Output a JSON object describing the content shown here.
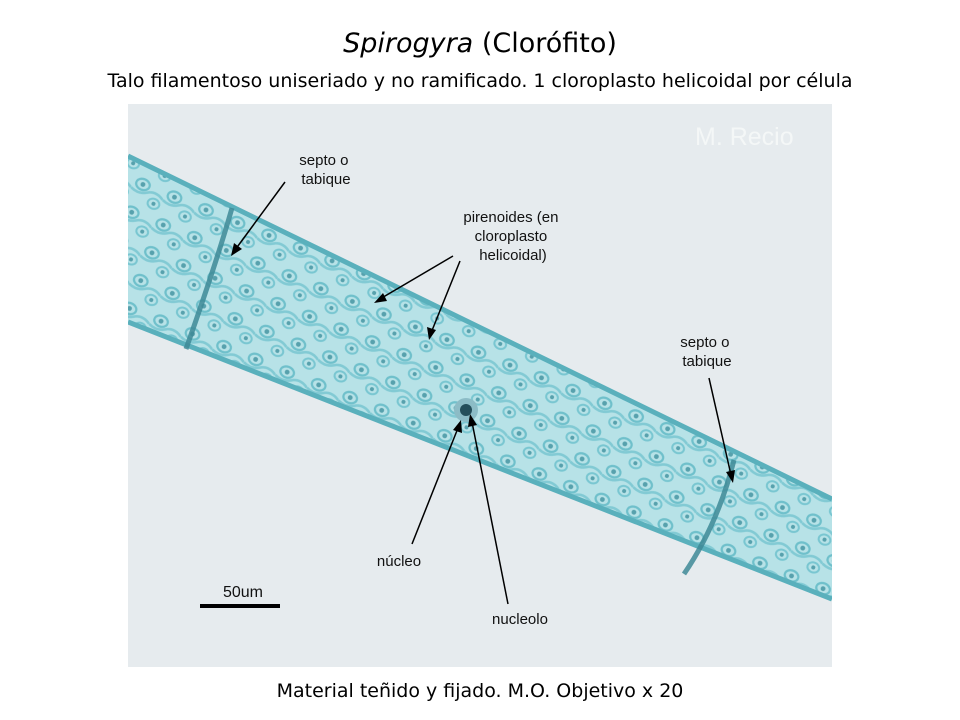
{
  "title": {
    "species": "Spirogyra",
    "group": "(Clorófito)"
  },
  "subtitle": "Talo filamentoso uniseriado y no ramificado. 1 cloroplasto helicoidal por célula",
  "photo": {
    "watermark": "M. Recio",
    "labels": {
      "septo_left": [
        "septo o",
        "tabique"
      ],
      "pirenoides": [
        "pirenoides (en",
        "cloroplasto",
        "helicoidal)"
      ],
      "septo_right": [
        "septo o",
        "tabique"
      ],
      "nucleo": "núcleo",
      "nucleolo": "nucleolo",
      "scale": "50um"
    }
  },
  "caption": "Material teñido y fijado. M.O. Objetivo x 20"
}
